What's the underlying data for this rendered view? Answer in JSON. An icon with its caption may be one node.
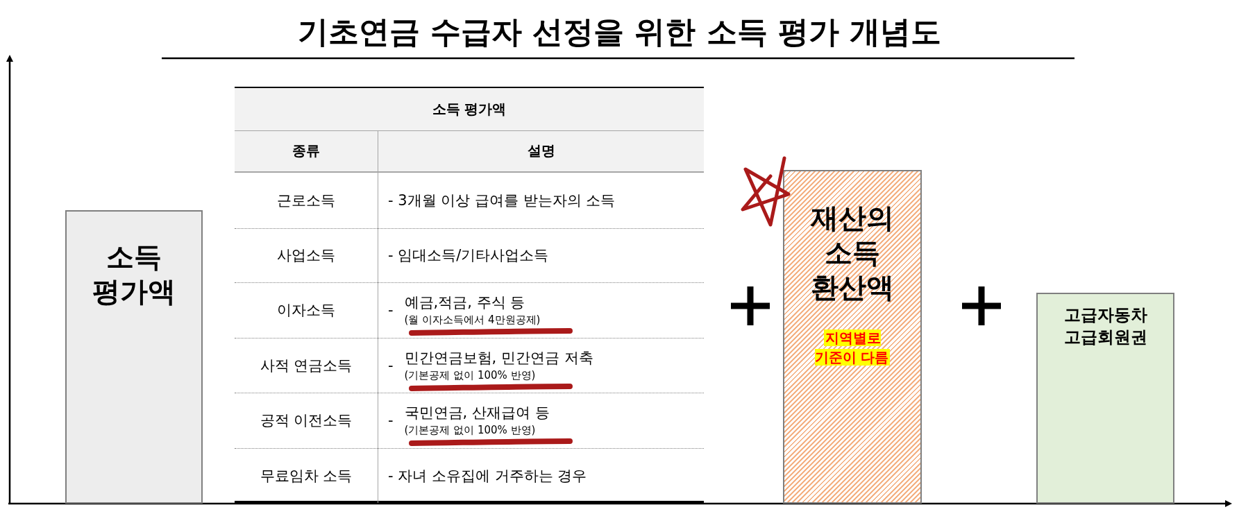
{
  "diagram": {
    "title": "기초연금 수급자 선정을 위한 소득 평가 개념도",
    "nodes": [
      {
        "text": [
          "소득 평가액"
        ]
      },
      {
        "text": [
          "재산의 소득 환산액",
          "지역별로 기준이 다름"
        ]
      },
      {
        "text": [
          "고급자동차 고급회원권"
        ]
      }
    ],
    "labels": [
      "소득 평가액",
      "종류",
      "설명",
      "근로소득",
      "- 3개월 이상 급여를 받는자의 소득",
      "사업소득",
      "- 임대소득/기타사업소득",
      "이자소득",
      "-",
      "예금,적금, 주식 등",
      "(월 이자소득에서 4만원공제)",
      "사적 연금소득",
      "-",
      "민간연금보험, 민간연금 저축",
      "(기본공제 없이 100% 반영)",
      "공적 이전소득",
      "-",
      "국민연금, 산재급여 등",
      "(기본공제 없이 100% 반영)",
      "무료임차 소득",
      "- 자녀 소유집에 거주하는 경우"
    ]
  }
}
